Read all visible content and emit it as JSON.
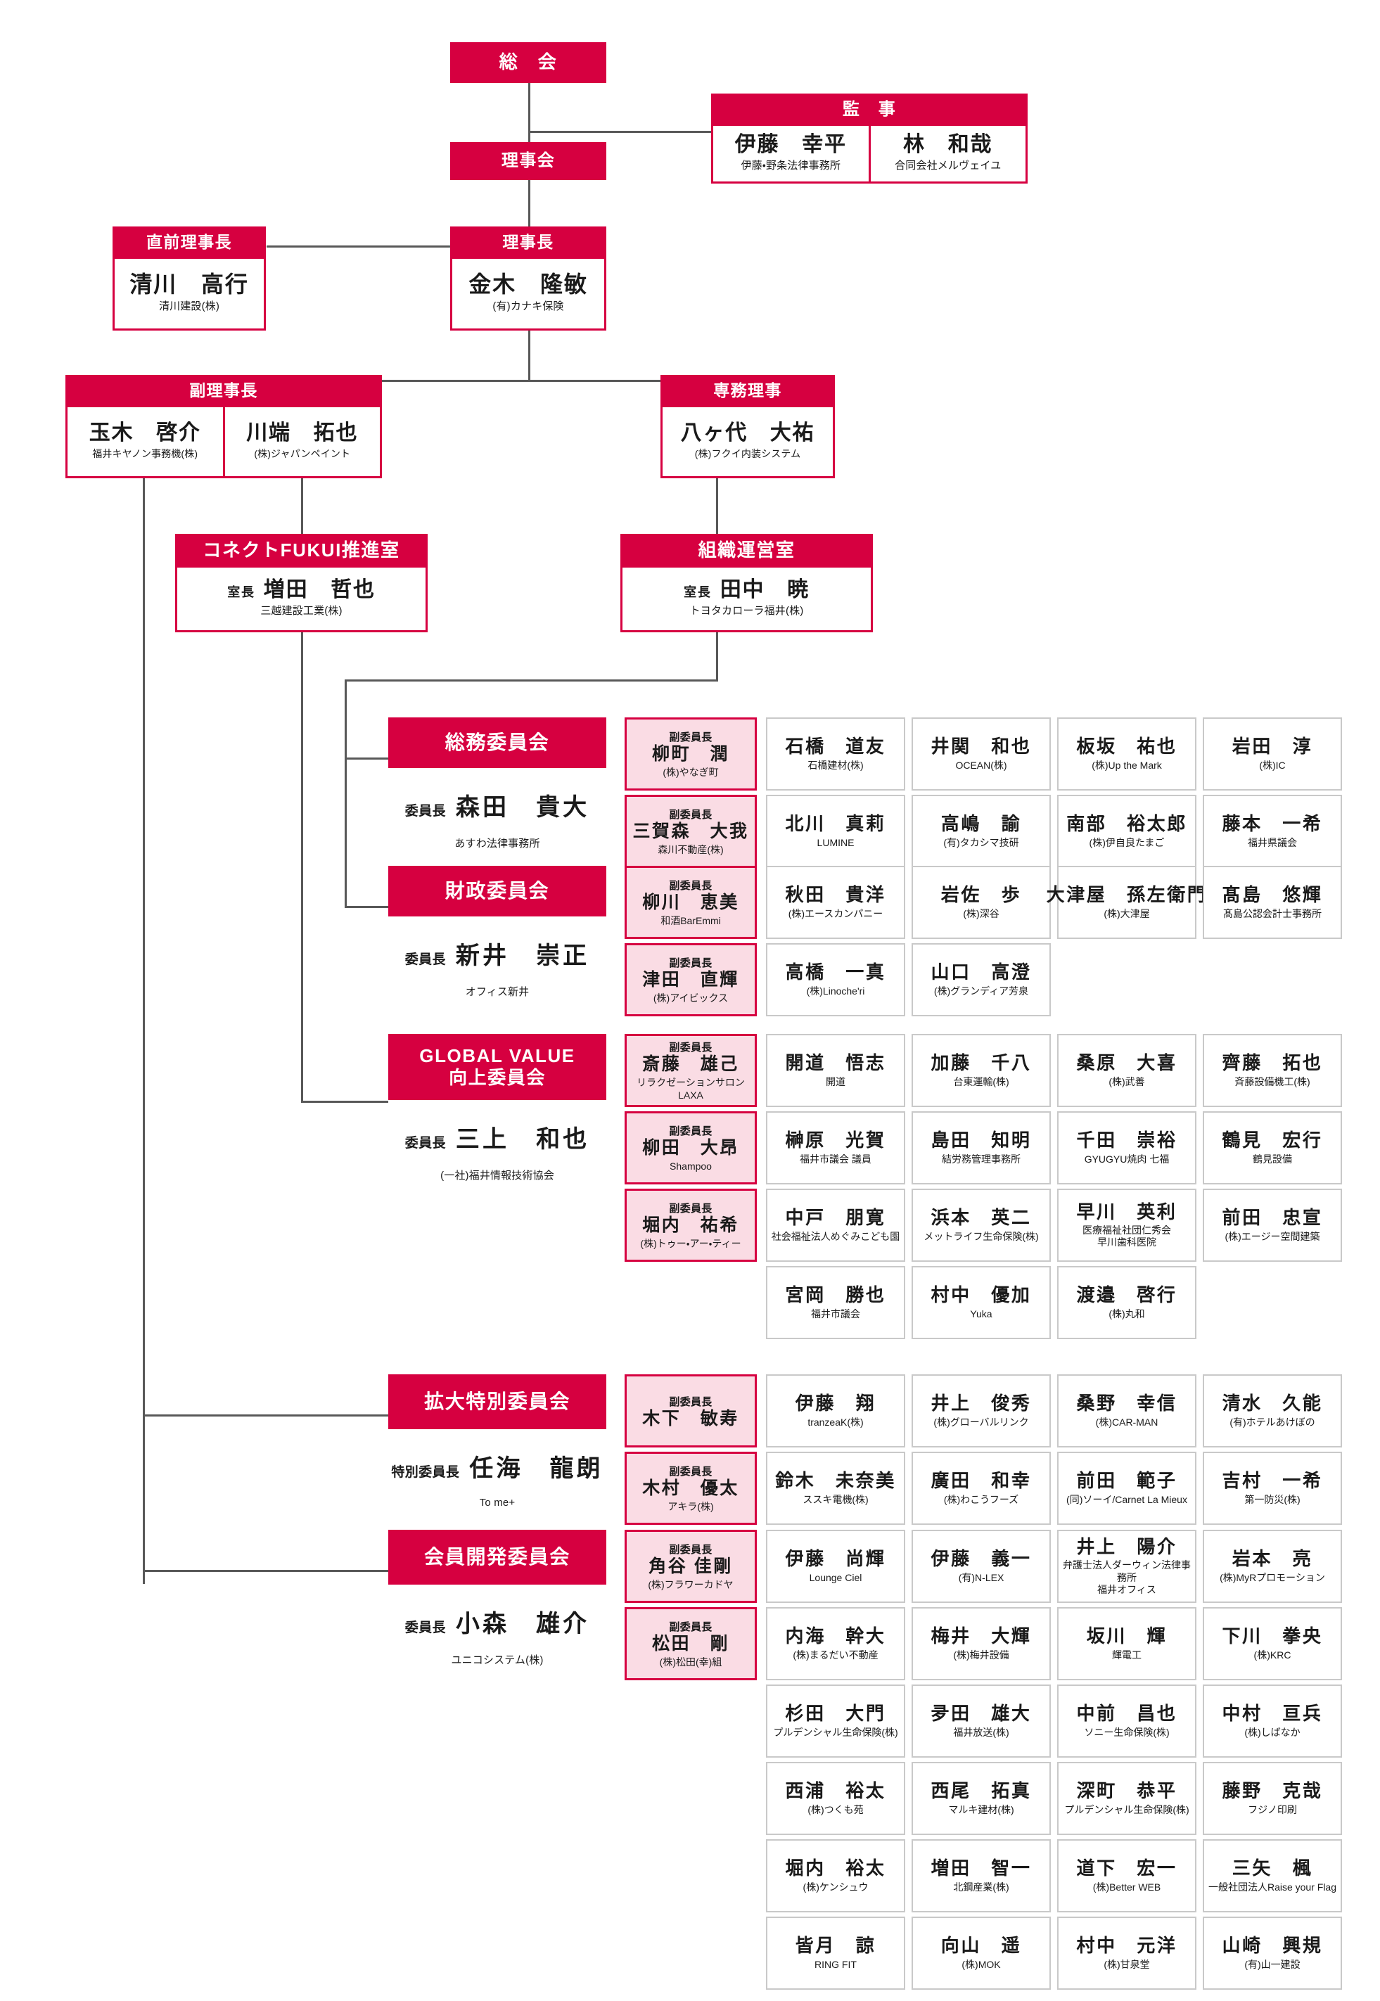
{
  "colors": {
    "brand_red": "#D60040",
    "vice_fill": "#FADCE4",
    "card_border": "#c9c9c9",
    "line": "#585858"
  },
  "top": {
    "general_meeting": {
      "title": "総　会"
    },
    "board": {
      "title": "理事会"
    },
    "auditors": {
      "title": "監　事",
      "members": [
        {
          "name": "伊藤　幸平",
          "org": "伊藤・野条法律事務所"
        },
        {
          "name": "林　和哉",
          "org": "合同会社メルヴェイユ"
        }
      ]
    },
    "immediate_past_president": {
      "title": "直前理事長",
      "members": [
        {
          "name": "清川　高行",
          "org": "清川建設(株)"
        }
      ]
    },
    "president": {
      "title": "理事長",
      "members": [
        {
          "name": "金木　隆敏",
          "org": "(有)カナキ保険"
        }
      ]
    },
    "vice_presidents": {
      "title": "副理事長",
      "members": [
        {
          "name": "玉木　啓介",
          "org": "福井キヤノン事務機(株)"
        },
        {
          "name": "川端　拓也",
          "org": "(株)ジャパンペイント"
        }
      ]
    },
    "senior_director": {
      "title": "専務理事",
      "members": [
        {
          "name": "八ヶ代　大祐",
          "org": "(株)フクイ内装システム"
        }
      ]
    },
    "connect_fukui_office": {
      "title": "コネクトFUKUI推進室",
      "members": [
        {
          "role": "室長",
          "name": "増田　哲也",
          "org": "三越建設工業(株)"
        }
      ]
    },
    "org_management_office": {
      "title": "組織運営室",
      "members": [
        {
          "role": "室長",
          "name": "田中　暁",
          "org": "トヨタカローラ福井(株)"
        }
      ]
    }
  },
  "committees": [
    {
      "id": "general-affairs",
      "title": "総務委員会",
      "chair_title": "委員長",
      "chair_name": "森田　貴大",
      "chair_org": "あすわ法律事務所",
      "vice_chairs": [
        {
          "role": "副委員長",
          "name": "柳町　潤",
          "org": "(株)やなぎ町"
        },
        {
          "role": "副委員長",
          "name": "三賀森　大我",
          "org": "森川不動産(株)"
        }
      ],
      "members": [
        {
          "name": "石橋　道友",
          "org": "石橋建材(株)"
        },
        {
          "name": "井関　和也",
          "org": "OCEAN(株)"
        },
        {
          "name": "板坂　祐也",
          "org": "(株)Up the Mark"
        },
        {
          "name": "岩田　淳",
          "org": "(株)IC"
        },
        {
          "name": "北川　真莉",
          "org": "LUMINE"
        },
        {
          "name": "高嶋　諭",
          "org": "(有)タカシマ技研"
        },
        {
          "name": "南部　裕太郎",
          "org": "(株)伊自良たまご"
        },
        {
          "name": "藤本　一希",
          "org": "福井県議会"
        }
      ]
    },
    {
      "id": "finance",
      "title": "財政委員会",
      "chair_title": "委員長",
      "chair_name": "新井　崇正",
      "chair_org": "オフィス新井",
      "vice_chairs": [
        {
          "role": "副委員長",
          "name": "柳川　恵美",
          "org": "和酒BarEmmi"
        },
        {
          "role": "副委員長",
          "name": "津田　直輝",
          "org": "(株)アイビックス"
        }
      ],
      "members": [
        {
          "name": "秋田　貴洋",
          "org": "(株)エースカンパニー"
        },
        {
          "name": "岩佐　歩",
          "org": "(株)深谷"
        },
        {
          "name": "大津屋　孫左衛門",
          "org": "(株)大津屋"
        },
        {
          "name": "髙島　悠輝",
          "org": "髙島公認会計士事務所"
        },
        {
          "name": "高橋　一真",
          "org": "(株)Linoche'ri"
        },
        {
          "name": "山口　高澄",
          "org": "(株)グランディア芳泉"
        }
      ]
    },
    {
      "id": "global-value",
      "title": "GLOBAL VALUE\n向上委員会",
      "chair_title": "委員長",
      "chair_name": "三上　和也",
      "chair_org": "(一社)福井情報技術協会",
      "vice_chairs": [
        {
          "role": "副委員長",
          "name": "斎藤　雄己",
          "org": "リラクゼーションサロンLAXA"
        },
        {
          "role": "副委員長",
          "name": "柳田　大昂",
          "org": "Shampoo"
        },
        {
          "role": "副委員長",
          "name": "堀内　祐希",
          "org": "(株)トゥー・アー・ティー"
        }
      ],
      "members": [
        {
          "name": "開道　悟志",
          "org": "開道"
        },
        {
          "name": "加藤　千八",
          "org": "台東運輸(株)"
        },
        {
          "name": "桑原　大喜",
          "org": "(株)武善"
        },
        {
          "name": "齊藤　拓也",
          "org": "斉藤設備機工(株)"
        },
        {
          "name": "榊原　光賀",
          "org": "福井市議会 議員"
        },
        {
          "name": "島田　知明",
          "org": "結労務管理事務所"
        },
        {
          "name": "千田　崇裕",
          "org": "GYUGYU焼肉 七福"
        },
        {
          "name": "鶴見　宏行",
          "org": "鶴見設備"
        },
        {
          "name": "中戸　朋寛",
          "org": "社会福祉法人めぐみこども園"
        },
        {
          "name": "浜本　英二",
          "org": "メットライフ生命保険(株)"
        },
        {
          "name": "早川　英利",
          "org": "医療福祉社団仁秀会\n早川歯科医院"
        },
        {
          "name": "前田　忠宣",
          "org": "(株)エージー空間建築"
        },
        {
          "name": "宮岡　勝也",
          "org": "福井市議会"
        },
        {
          "name": "村中　優加",
          "org": "Yuka"
        },
        {
          "name": "渡邉　啓行",
          "org": "(株)丸和"
        }
      ]
    },
    {
      "id": "expansion-special",
      "title": "拡大特別委員会",
      "chair_title": "特別委員長",
      "chair_name": "任海　龍朗",
      "chair_org": "To me+",
      "vice_chairs": [
        {
          "role": "副委員長",
          "name": "木下　敏寿",
          "org": ""
        },
        {
          "role": "副委員長",
          "name": "木村　優太",
          "org": "アキラ(株)"
        }
      ],
      "members": [
        {
          "name": "伊藤　翔",
          "org": "tranzeaK(株)"
        },
        {
          "name": "井上　俊秀",
          "org": "(株)グローバルリンク"
        },
        {
          "name": "桑野　幸信",
          "org": "(株)CAR-MAN"
        },
        {
          "name": "清水　久能",
          "org": "(有)ホテルあけぼの"
        },
        {
          "name": "鈴木　未奈美",
          "org": "ススキ電機(株)"
        },
        {
          "name": "廣田　和幸",
          "org": "(株)わこうフーズ"
        },
        {
          "name": "前田　範子",
          "org": "(同)ソーイ/Carnet La Mieux"
        },
        {
          "name": "吉村　一希",
          "org": "第一防災(株)"
        }
      ]
    },
    {
      "id": "member-development",
      "title": "会員開発委員会",
      "chair_title": "委員長",
      "chair_name": "小森　雄介",
      "chair_org": "ユニコシステム(株)",
      "vice_chairs": [
        {
          "role": "副委員長",
          "name": "角谷 佳剛",
          "org": "(株)フラワーカドヤ"
        },
        {
          "role": "副委員長",
          "name": "松田　剛",
          "org": "(株)松田(幸)組"
        }
      ],
      "members": [
        {
          "name": "伊藤　尚輝",
          "org": "Lounge Ciel"
        },
        {
          "name": "伊藤　義一",
          "org": "(有)N-LEX"
        },
        {
          "name": "井上　陽介",
          "org": "弁護士法人ダーウィン法律事務所\n福井オフィス"
        },
        {
          "name": "岩本　亮",
          "org": "(株)MyRプロモーション"
        },
        {
          "name": "内海　幹大",
          "org": "(株)まるだい不動産"
        },
        {
          "name": "梅井　大輝",
          "org": "(株)梅井設備"
        },
        {
          "name": "坂川　輝",
          "org": "輝電工"
        },
        {
          "name": "下川　拳央",
          "org": "(株)KRC"
        },
        {
          "name": "杉田　大門",
          "org": "プルデンシャル生命保険(株)"
        },
        {
          "name": "夛田　雄大",
          "org": "福井放送(株)"
        },
        {
          "name": "中前　昌也",
          "org": "ソニー生命保険(株)"
        },
        {
          "name": "中村　亘兵",
          "org": "(株)しばなか"
        },
        {
          "name": "西浦　裕太",
          "org": "(株)つくも苑"
        },
        {
          "name": "西尾　拓真",
          "org": "マルキ建材(株)"
        },
        {
          "name": "深町　恭平",
          "org": "プルデンシャル生命保険(株)"
        },
        {
          "name": "藤野　克哉",
          "org": "フジノ印刷"
        },
        {
          "name": "堀内　裕太",
          "org": "(株)ケンシュウ"
        },
        {
          "name": "増田　智一",
          "org": "北鋼産業(株)"
        },
        {
          "name": "道下　宏一",
          "org": "(株)Better WEB"
        },
        {
          "name": "三矢　楓",
          "org": "一般社団法人Raise your Flag"
        },
        {
          "name": "皆月　諒",
          "org": "RING FIT"
        },
        {
          "name": "向山　遥",
          "org": "(株)MOK"
        },
        {
          "name": "村中　元洋",
          "org": "(株)甘泉堂"
        },
        {
          "name": "山崎　興規",
          "org": "(有)山一建設"
        }
      ]
    }
  ]
}
